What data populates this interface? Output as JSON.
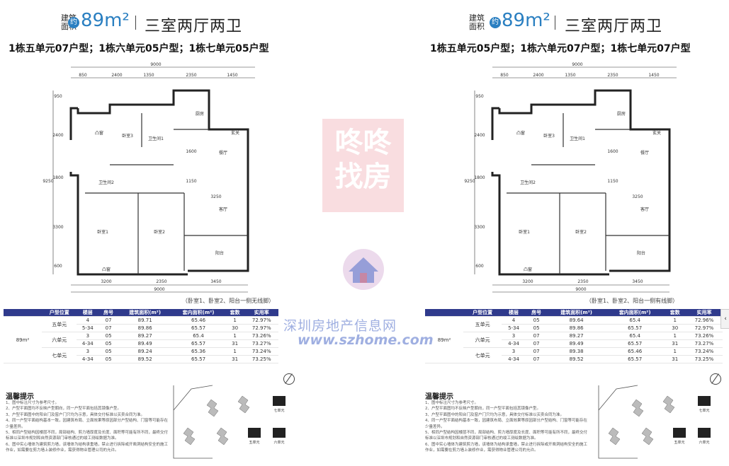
{
  "left": {
    "area_label": "建筑面积",
    "yue": "约",
    "area": "89m²",
    "room_type": "三室两厅两卫",
    "units": "1栋五单元07户型；1栋六单元05户型；1栋七单元05户型",
    "note": "（卧室1、卧室2、阳台一侧无线脚）",
    "table": {
      "headers": [
        "户型位置",
        "楼层",
        "房号",
        "建筑面积(m²)",
        "套内面积(m²)",
        "套数",
        "实用率"
      ],
      "area": "89m²",
      "rows": [
        {
          "unit": "五单元",
          "floor": "4",
          "room": "07",
          "build": "89.71",
          "inner": "65.46",
          "count": "1",
          "rate": "72.97%"
        },
        {
          "unit": "",
          "floor": "5-34",
          "room": "07",
          "build": "89.86",
          "inner": "65.57",
          "count": "30",
          "rate": "72.97%"
        },
        {
          "unit": "六单元",
          "floor": "3",
          "room": "05",
          "build": "89.27",
          "inner": "65.4",
          "count": "1",
          "rate": "73.26%"
        },
        {
          "unit": "",
          "floor": "4-34",
          "room": "05",
          "build": "89.49",
          "inner": "65.57",
          "count": "31",
          "rate": "73.27%"
        },
        {
          "unit": "七单元",
          "floor": "3",
          "room": "05",
          "build": "89.24",
          "inner": "65.36",
          "count": "1",
          "rate": "73.24%"
        },
        {
          "unit": "",
          "floor": "4-34",
          "room": "05",
          "build": "89.52",
          "inner": "65.57",
          "count": "31",
          "rate": "73.25%"
        }
      ]
    }
  },
  "right": {
    "area_label": "建筑面积",
    "yue": "约",
    "area": "89m²",
    "room_type": "三室两厅两卫",
    "units": "1栋五单元05户型；1栋六单元07户型；1栋七单元07户型",
    "note": "（卧室1、卧室2、阳台一侧有线脚）",
    "table": {
      "headers": [
        "户型位置",
        "楼层",
        "房号",
        "建筑面积(m²)",
        "套内面积(m²)",
        "套数",
        "实用率"
      ],
      "area": "89m²",
      "rows": [
        {
          "unit": "五单元",
          "floor": "4",
          "room": "05",
          "build": "89.64",
          "inner": "65.4",
          "count": "1",
          "rate": "72.96%"
        },
        {
          "unit": "",
          "floor": "5-34",
          "room": "05",
          "build": "89.86",
          "inner": "65.57",
          "count": "30",
          "rate": "72.97%"
        },
        {
          "unit": "六单元",
          "floor": "3",
          "room": "07",
          "build": "89.27",
          "inner": "65.4",
          "count": "1",
          "rate": "73.26%"
        },
        {
          "unit": "",
          "floor": "4-34",
          "room": "07",
          "build": "89.49",
          "inner": "65.57",
          "count": "31",
          "rate": "73.27%"
        },
        {
          "unit": "七单元",
          "floor": "3",
          "room": "07",
          "build": "89.38",
          "inner": "65.46",
          "count": "1",
          "rate": "73.24%"
        },
        {
          "unit": "",
          "floor": "4-34",
          "room": "07",
          "build": "89.52",
          "inner": "65.57",
          "count": "31",
          "rate": "73.25%"
        }
      ]
    }
  },
  "plan_labels": {
    "total": "9000",
    "top_dims": [
      "850",
      "2400",
      "1350",
      "2350",
      "1450"
    ],
    "bottom_dims": [
      "3200",
      "2350",
      "3450"
    ],
    "left_dims": [
      "950",
      "2400",
      "1800",
      "3300",
      "600"
    ],
    "total_v": "9250",
    "rooms": [
      "凸窗",
      "卧室3",
      "卫生间1",
      "厨房",
      "玄关",
      "餐厅",
      "卫生间2",
      "客厅",
      "卧室1",
      "卧室2",
      "阳台",
      "凸窗"
    ],
    "inner_dims": [
      "1600",
      "1150",
      "3250"
    ]
  },
  "tips": {
    "title": "温馨提示",
    "items": [
      "1、图中标注尺寸为参考尺寸。",
      "2、户型平面图均不反映户型朝向，同一户型平面包括其镜像户型。",
      "3、户型平面图中的阳台门及窗户门只均为示意，具体交付标准以买卖合同为准。",
      "4、同一户型平面结构基本一致，因建筑布局、立面效果等原因部分户型结构、门窗等可能存在少量差异。",
      "5、相同户型结构因楼层不同，局部结构、剪力墙厚度及长度、面积等可能有所不同，最终交付标准以深圳市规划和自然资源部门审核通过的竣工测绘数据为准。",
      "6、图中实心墙体为建筑剪力墙，该墙体为结构承重墙，禁止进行拆除或开凿洞结构安全的施工作业，如需要在剪力墙上装修作业，需获得物业管理公司的允许。"
    ]
  },
  "site_labels": [
    "五单元",
    "六单元",
    "七单元"
  ],
  "watermark": {
    "brand": "咚咚找房",
    "site_name": "深圳房地产信息网",
    "url": "www.szhome.com"
  },
  "colors": {
    "accent": "#2a7fc1",
    "table_header": "#2f3a8c",
    "watermark": "#e6788a"
  }
}
